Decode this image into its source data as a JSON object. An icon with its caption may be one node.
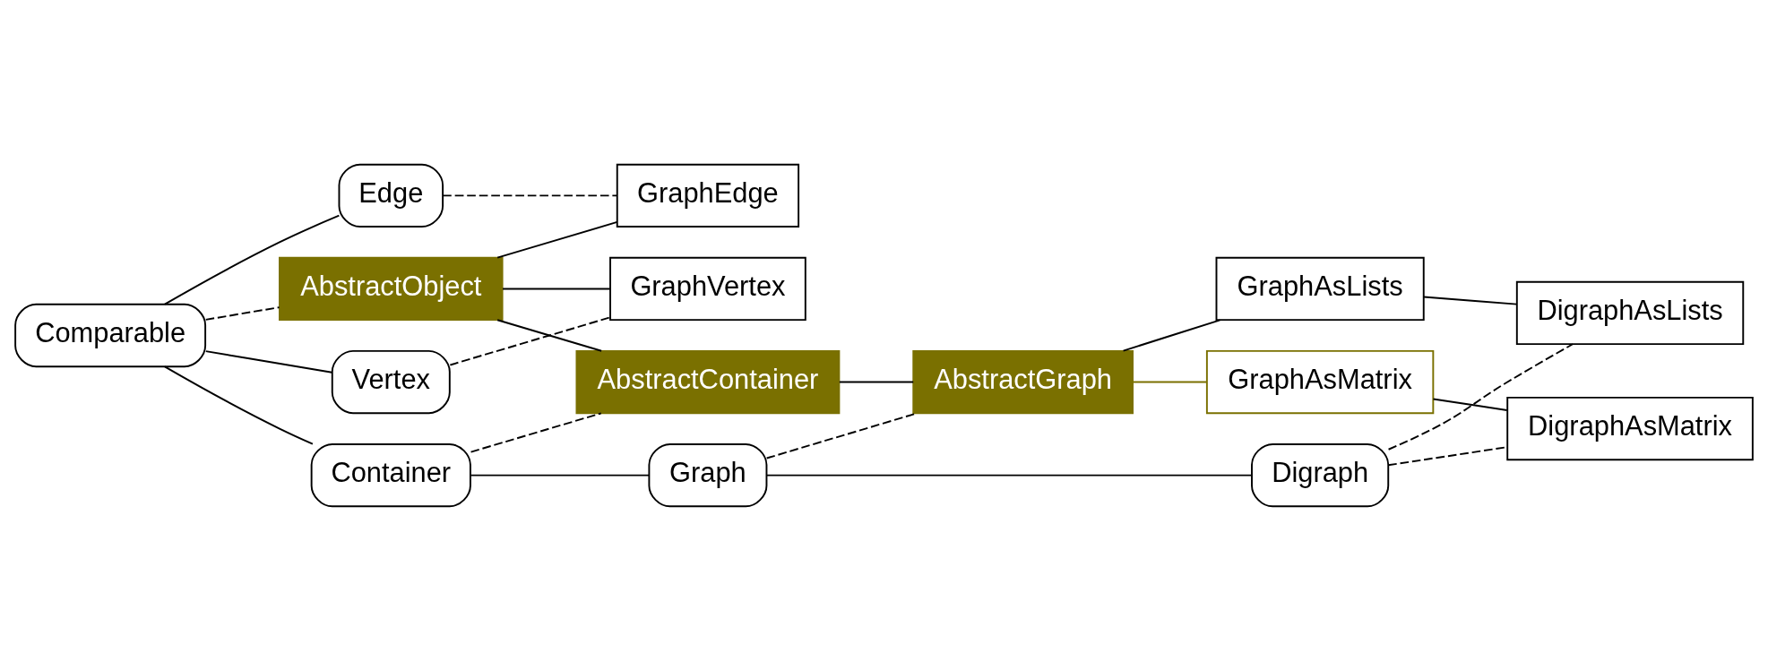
{
  "diagram": {
    "nodes": [
      {
        "text": [
          "Comparable"
        ]
      },
      {
        "text": [
          "AbstractObject"
        ]
      },
      {
        "text": [
          "Edge"
        ]
      },
      {
        "text": [
          "GraphEdge"
        ]
      },
      {
        "text": [
          "Vertex"
        ]
      },
      {
        "text": [
          "GraphVertex"
        ]
      },
      {
        "text": [
          "Container"
        ]
      },
      {
        "text": [
          "AbstractContainer"
        ]
      },
      {
        "text": [
          "Graph"
        ]
      },
      {
        "text": [
          "AbstractGraph"
        ]
      },
      {
        "text": [
          "GraphAsMatrix"
        ]
      },
      {
        "text": [
          "GraphAsLists"
        ]
      },
      {
        "text": [
          "Digraph"
        ]
      },
      {
        "text": [
          "DigraphAsMatrix"
        ]
      },
      {
        "text": [
          "DigraphAsLists"
        ]
      }
    ],
    "edges": [
      {
        "from": 0,
        "to": 1,
        "arrow": "none",
        "style": "dashed"
      },
      {
        "from": 0,
        "to": 2,
        "arrow": "none"
      },
      {
        "from": 0,
        "to": 4,
        "arrow": "none"
      },
      {
        "from": 0,
        "to": 6,
        "arrow": "none"
      },
      {
        "from": 1,
        "to": 3,
        "arrow": "none"
      },
      {
        "from": 1,
        "to": 5,
        "arrow": "none"
      },
      {
        "from": 1,
        "to": 7,
        "arrow": "none"
      },
      {
        "from": 2,
        "to": 3,
        "arrow": "none",
        "style": "dashed"
      },
      {
        "from": 4,
        "to": 5,
        "arrow": "none",
        "style": "dashed"
      },
      {
        "from": 6,
        "to": 7,
        "arrow": "none",
        "style": "dashed"
      },
      {
        "from": 6,
        "to": 8,
        "arrow": "none"
      },
      {
        "from": 7,
        "to": 9,
        "arrow": "none"
      },
      {
        "from": 8,
        "to": 9,
        "arrow": "none",
        "style": "dashed"
      },
      {
        "from": 8,
        "to": 12,
        "arrow": "none"
      },
      {
        "from": 9,
        "to": 10,
        "arrow": "none",
        "color": "#7a7000"
      },
      {
        "from": 9,
        "to": 11,
        "arrow": "none"
      },
      {
        "from": 10,
        "to": 13,
        "arrow": "none"
      },
      {
        "from": 11,
        "to": 14,
        "arrow": "none"
      },
      {
        "from": 12,
        "to": 13,
        "arrow": "none",
        "style": "dashed"
      },
      {
        "from": 12,
        "to": 14,
        "arrow": "none",
        "style": "dashed"
      }
    ]
  }
}
